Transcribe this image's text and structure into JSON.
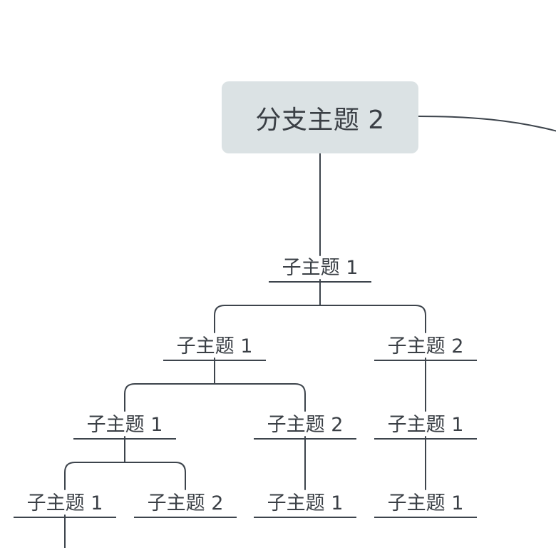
{
  "branch": {
    "label": "分支主题 2"
  },
  "subtopics": {
    "l1": "子主题 1",
    "l2_left": "子主题 1",
    "l2_right": "子主题 2",
    "l3_left_a": "子主题 1",
    "l3_left_b": "子主题 2",
    "l3_right_a": "子主题 1",
    "l4_a": "子主题 1",
    "l4_b": "子主题 2",
    "l4_c": "子主题 1",
    "l4_d": "子主题 1"
  },
  "colors": {
    "node_fill": "#dbe2e4",
    "line": "#3d444c",
    "text": "#3a3f45"
  }
}
